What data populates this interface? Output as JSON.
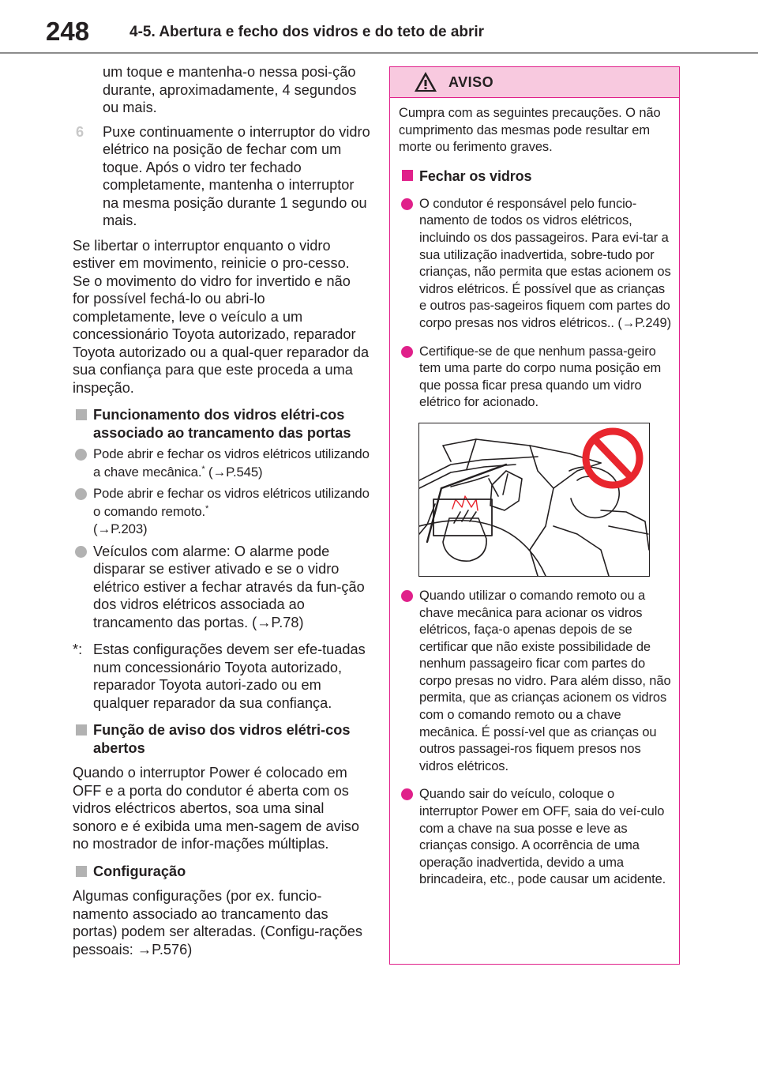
{
  "header": {
    "page_number": "248",
    "section_title": "4-5. Abertura e fecho dos vidros e do teto de abrir"
  },
  "left": {
    "cont_text": "um toque e mantenha-o nessa posi-ção durante, aproximadamente, 4 segundos ou mais.",
    "step6_num": "6",
    "step6_text": "Puxe continuamente o interruptor do vidro elétrico na posição de fechar com um toque. Após o vidro ter fechado completamente, mantenha o interruptor na mesma posição durante 1 segundo ou mais.",
    "para1": "Se libertar o interruptor enquanto o vidro estiver em movimento, reinicie o pro-cesso. Se o movimento do vidro for invertido e não for possível fechá-lo ou abri-lo completamente, leve o veículo a um concessionário Toyota autorizado, reparador Toyota autorizado ou a qual-quer reparador da sua confiança para que este proceda a uma inspeção.",
    "head1": "Funcionamento dos vidros elétri-cos associado ao trancamento das portas",
    "b1_text": "Pode abrir e fechar os vidros elétricos utilizando a chave mecânica.",
    "b1_sup": "*",
    "b1_ref": " (→P.545)",
    "b2_text": "Pode abrir e fechar os vidros elétricos utilizando o comando remoto.",
    "b2_sup": "*",
    "b2_ref": "(→P.203)",
    "b3_text": "Veículos com alarme: O alarme pode disparar se estiver ativado e se o vidro elétrico estiver a fechar através da fun-ção dos vidros elétricos associada ao trancamento das portas. (→P.78)",
    "note_mark": "*:",
    "note_text": "Estas configurações devem ser efe-tuadas num concessionário Toyota autorizado, reparador Toyota autori-zado ou em qualquer reparador da sua confiança.",
    "head2": "Função de aviso dos vidros elétri-cos abertos",
    "para2": "Quando o interruptor Power é colocado em OFF e a porta do condutor é aberta com os vidros eléctricos abertos, soa uma sinal sonoro e é exibida uma men-sagem de aviso no mostrador de infor-mações múltiplas.",
    "head3": "Configuração",
    "para3": "Algumas configurações (por ex. funcio-namento associado ao trancamento das portas) podem ser alteradas. (Configu-rações pessoais: →P.576)"
  },
  "aviso": {
    "title": "AVISO",
    "intro": "Cumpra com as seguintes precauções. O não cumprimento das mesmas pode resultar em morte ou ferimento graves.",
    "head": "Fechar os vidros",
    "b1": "O condutor é responsável pelo funcio-namento de todos os vidros elétricos, incluindo os dos passageiros. Para evi-tar a sua utilização inadvertida, sobre-tudo por crianças, não permita que estas acionem os vidros elétricos. É possível que as crianças e outros pas-sageiros fiquem com partes do corpo presas nos vidros elétricos.. (→P.249)",
    "b2": "Certifique-se de que nenhum passa-geiro tem uma parte do corpo numa posição em que possa ficar presa quando um vidro elétrico for acionado.",
    "b3": "Quando utilizar o comando remoto ou a chave mecânica para acionar os vidros elétricos, faça-o apenas depois de se certificar que não existe possibilidade de nenhum passageiro ficar com partes do corpo presas no vidro. Para além disso, não permita, que as crianças acionem os vidros com o comando remoto ou a chave mecânica. É possí-vel que as crianças ou outros passagei-ros fiquem presos nos vidros elétricos.",
    "b4": "Quando sair do veículo, coloque o interruptor Power em OFF, saia do veí-culo com a chave na sua posse e leve as crianças consigo. A ocorrência de uma operação inadvertida, devido a uma brincadeira, etc., pode causar um acidente."
  },
  "colors": {
    "warning_accent": "#e0208a",
    "warning_header_bg": "#f8c9df",
    "prohibition_red": "#e8262e",
    "bullet_gray": "#b2b2b2"
  }
}
